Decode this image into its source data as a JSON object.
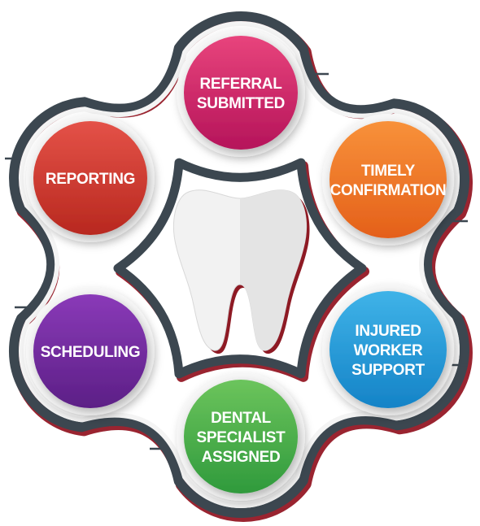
{
  "nodes": [
    {
      "id": "referral",
      "lines": [
        "REFERRAL",
        "SUBMITTED"
      ],
      "color_light": "#e8447c",
      "color_dark": "#b5145a"
    },
    {
      "id": "confirmation",
      "lines": [
        "TIMELY",
        "CONFIRMATION"
      ],
      "color_light": "#f8913a",
      "color_dark": "#e4601a"
    },
    {
      "id": "worker-support",
      "lines": [
        "INJURED",
        "WORKER",
        "SUPPORT"
      ],
      "color_light": "#3fb3e8",
      "color_dark": "#1583c7"
    },
    {
      "id": "specialist",
      "lines": [
        "DENTAL",
        "SPECIALIST",
        "ASSIGNED"
      ],
      "color_light": "#6cc45c",
      "color_dark": "#2f9a3c"
    },
    {
      "id": "scheduling",
      "lines": [
        "SCHEDULING"
      ],
      "color_light": "#8a3ab8",
      "color_dark": "#5c1f86"
    },
    {
      "id": "reporting",
      "lines": [
        "REPORTING"
      ],
      "color_light": "#e45248",
      "color_dark": "#b8281f"
    }
  ],
  "center_icon": "tooth-icon",
  "colors": {
    "ring": "#3c4750",
    "ring_shadow": "#9a2430",
    "white_band": "#f4f4f4"
  }
}
